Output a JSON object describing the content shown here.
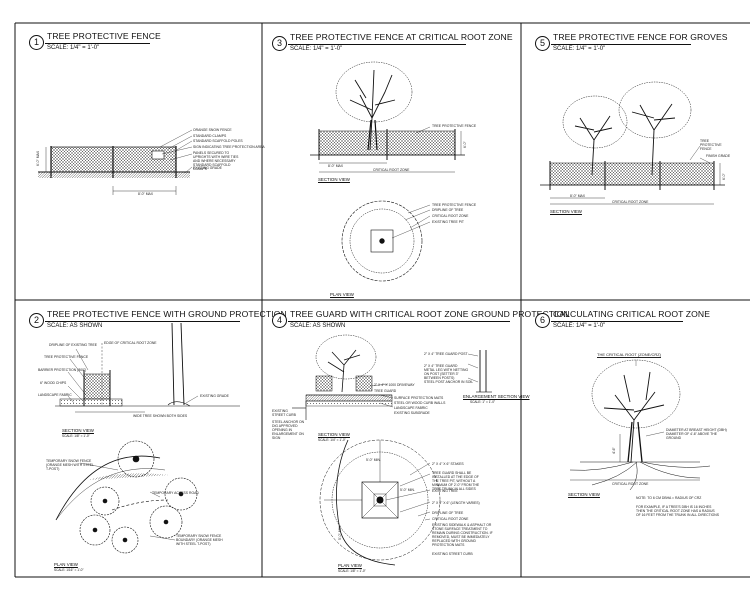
{
  "panels": {
    "p1": {
      "number": "1",
      "title": "TREE PROTECTIVE FENCE",
      "scale": "SCALE: 1/4\" = 1'-0\"",
      "labels": {
        "l1": "ORANGE SNOW FENCE",
        "l2": "STANDARD CLAMPS",
        "l3": "STANDARD SCAFFOLD POLES",
        "l4": "SIGN INDICATING TREE PROTECTION AREA",
        "l5": "PANELS SECURED TO UPRIGHTS WITH WIRE TIES AND WHERE NECESSARY STANDARD SCAFFOLD CLAMPS",
        "l6": "EXISTING GRADE",
        "height": "6'-0\" MAX",
        "width": "8'-0\" MAX"
      }
    },
    "p2": {
      "number": "2",
      "title": "TREE PROTECTIVE FENCE WITH GROUND PROTECTION",
      "scale": "SCALE: AS SHOWN",
      "labels": {
        "l1": "DRIPLINE OF EXISTING TREE",
        "l2": "EDGE OF CRITICAL ROOT ZONE",
        "l3": "TREE PROTECTIVE FENCE",
        "l4": "BARRIER PROTECTION (800\")",
        "l5": "6\" WOOD CHIPS",
        "l6": "LANDSCAPE FABRIC",
        "l7": "EXISTING GRADE",
        "l8": "WIDE TREE SHOWN BOTH SIDES",
        "section": "SECTION VIEW",
        "section_scale": "SCALE: 1/8\" = 1'-0\"",
        "l9": "TEMPORARY SNOW FENCE (ORANGE MESH WITH STEEL T-POST)",
        "l10": "TEMPORARY ACCESS ROAD",
        "l11": "TEMPORARY SNOW FENCE BOUNDARY (ORANGE MESH WITH STEEL T-POST)",
        "plan": "PLAN VIEW",
        "plan_scale": "SCALE: 1/16\" = 1'-0\""
      }
    },
    "p3": {
      "number": "3",
      "title": "TREE PROTECTIVE FENCE AT CRITICAL ROOT ZONE",
      "scale": "SCALE: 1/4\" = 1'-0\"",
      "labels": {
        "l1": "TREE PROTECTIVE FENCE",
        "height": "6'-0\"",
        "width": "8'-0\" MAX",
        "crz": "CRITICAL ROOT ZONE",
        "section": "SECTION VIEW",
        "l2": "TREE PROTECTIVE FENCE",
        "l3": "DRIPLINE OF TREE",
        "l4": "CRITICAL ROOT ZONE",
        "l5": "EXISTING TREE PIT",
        "plan": "PLAN VIEW"
      }
    },
    "p4": {
      "number": "4",
      "title": "TREE GUARD WITH CRITICAL ROOT ZONE GROUND PROTECTION",
      "scale": "SCALE: AS SHOWN",
      "labels": {
        "l1": "2\" X 4\" TREE GUARD POST",
        "l2": "2\" X 4\" TREE GUARD METAL LEG WITH NETTING ON POST (SETTER 3\" BETWEEN POSTS)",
        "l3": "STEEL POST ANCHOR IN SOIL",
        "enl": "ENLARGEMENT SECTION VIEW",
        "enl_scale": "SCALE: 1\" = 1'-0\"",
        "l4": "2\" X 4\" X 1000 DRIVEWAY",
        "l5": "TREE GUARD",
        "l6": "SURFACE PROTECTION MATS",
        "l7": "STEEL OR WOOD CURB WALLS",
        "l8": "LANDSCAPE FABRIC",
        "l9": "EXISTING SUBGRADE",
        "l10": "EXISTING STREET CURB",
        "l11": "STEEL ANCHOR ON DIG APPROVED OPENING IN ENLARGEMENT ON SIGN",
        "section": "SECTION VIEW",
        "section_scale": "SCALE: 1/4\" = 1'-0\"",
        "l12": "2\" X 4\" X 6\" STAKES",
        "l13": "TREE GUARD SHALL BE INSTALLED AT THE EDGE OF THE TREE PIT, WITHOUT A MINIMUM OF 2'-0\" FROM THE TREE TRUNK IN ALL SIDES",
        "l14": "EXISTING TREE",
        "l15": "2\" X 4\" X 6\" (LENGTH VARIES)",
        "l16": "DRIPLINE OF TREE",
        "l17": "CRITICAL ROOT ZONE",
        "l18": "EXISTING SIDEWALK & ASPHALT OR STONE SURFACE TREATMENT TO REMAIN DURING CONSTRUCTION. IF REMOVED, MUST BE IMMEDIATELY REPLACED WITH GROUND PROTECTION MATS",
        "l19": "EXISTING STREET CURB",
        "dim1": "5'-0\" MIN.",
        "dim2": "5'-0\" MIN.",
        "dim3": "5'-0\" MIN.",
        "plan": "PLAN VIEW",
        "plan_scale": "SCALE: 1/8\" = 1'-0\""
      }
    },
    "p5": {
      "number": "5",
      "title": "TREE PROTECTIVE FENCE FOR GROVES",
      "scale": "SCALE: 1/4\" = 1'-0\"",
      "labels": {
        "l1": "TREE PROTECTIVE FENCE",
        "l2": "FINISH GRADE",
        "height": "6'-0\"",
        "width": "8'-0\" MAX",
        "crz": "CRITICAL ROOT ZONE",
        "section": "SECTION VIEW"
      }
    },
    "p6": {
      "number": "6",
      "title": "CALCULATING CRITICAL ROOT ZONE",
      "scale": "SCALE: 1/4\" = 1'-0\"",
      "labels": {
        "crz_top": "THE CRITICAL ROOT (ZONE/CRZ)",
        "dbh": "DIAMETER AT BREAST HEIGHT (DBH) DIAMETER OF 4'-6\" ABOVE THE GROUND",
        "height": "4'-6\"",
        "crz": "CRITICAL ROOT ZONE",
        "section": "SECTION VIEW",
        "note1": "NOTE: TO 6 CM DBHA = RADIUS OF CRZ",
        "note2": "FOR EXAMPLE, IF A TREE'S DBH IS 16 INCHES THEN THE CRITICAL ROOT ZONE HAS A RADIUS OF 16 FEET FROM THE TRUNK IN ALL DIRECTIONS"
      }
    }
  }
}
